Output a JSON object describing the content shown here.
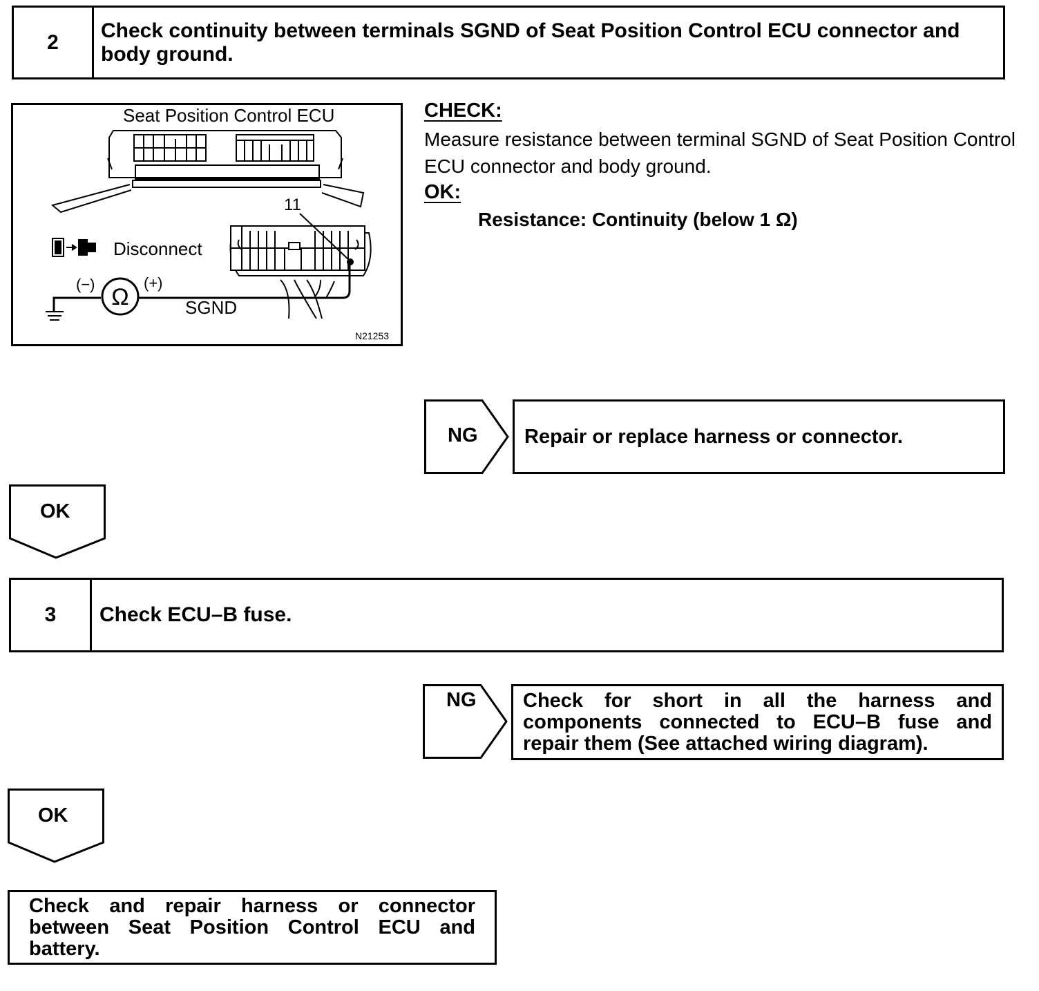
{
  "step2": {
    "number": "2",
    "title": "Check continuity between terminals SGND of Seat Position Control ECU connector and body ground."
  },
  "diagram": {
    "ecu_label": "Seat Position Control ECU",
    "terminal_number": "11",
    "disconnect_label": "Disconnect",
    "minus_label": "(−)",
    "plus_label": "(+)",
    "ohm_symbol": "Ω",
    "sgnd_label": "SGND",
    "figure_code": "N21253"
  },
  "check": {
    "heading": "CHECK:",
    "body": "Measure resistance between terminal SGND of Seat Position Control ECU connector and body ground.",
    "ok_heading": "OK:",
    "ok_spec": "Resistance: Continuity (below 1 Ω)"
  },
  "ng1": {
    "label": "NG",
    "action": "Repair or replace harness or connector."
  },
  "ok1": {
    "label": "OK"
  },
  "step3": {
    "number": "3",
    "title": "Check ECU–B fuse."
  },
  "ng2": {
    "label": "NG",
    "action": "Check for short in all the harness and components connected to ECU–B fuse and repair them (See attached wiring diagram)."
  },
  "ok2": {
    "label": "OK"
  },
  "final": {
    "action": "Check and repair harness or connector between Seat Position Control ECU and battery."
  }
}
